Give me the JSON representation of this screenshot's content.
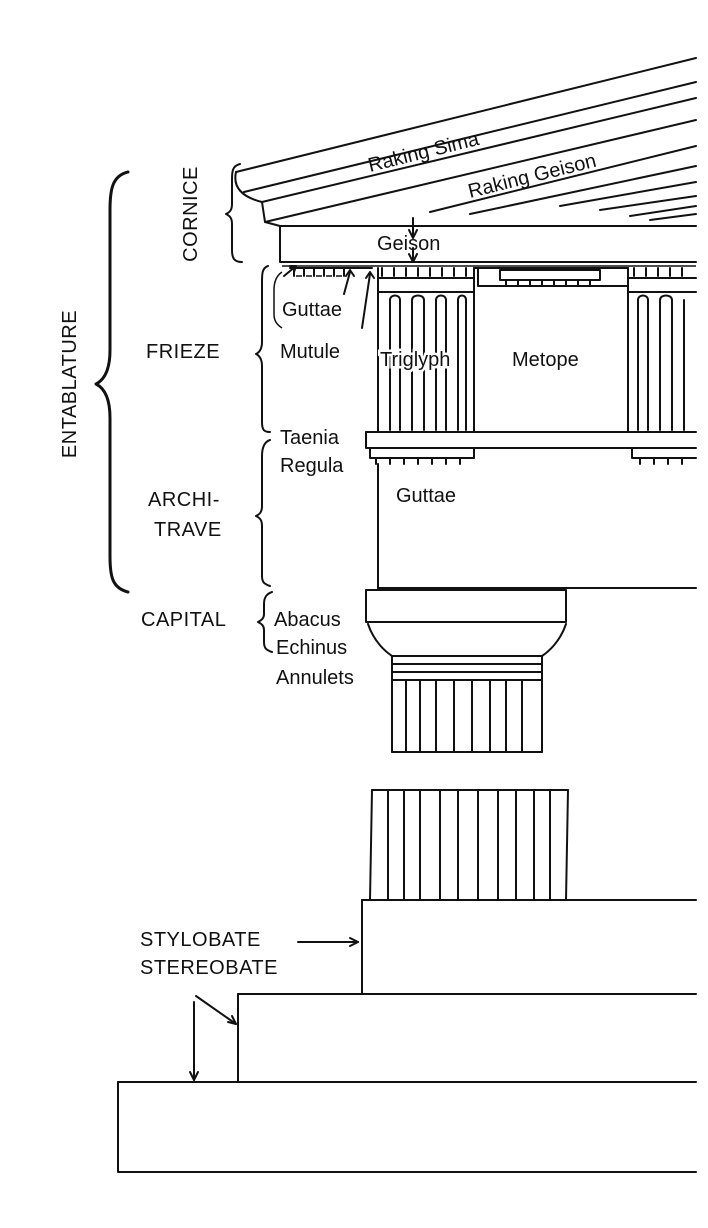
{
  "diagram": {
    "left_labels": {
      "entablature": "ENTABLATURE",
      "cornice": "CORNICE",
      "frieze": "FRIEZE",
      "architrave_line1": "ARCHI-",
      "architrave_line2": "TRAVE",
      "capital": "CAPITAL",
      "stylobate": "STYLOBATE",
      "stereobate": "STEREOBATE"
    },
    "part_labels": {
      "raking_sima": "Raking Sima",
      "raking_geison": "Raking Geison",
      "geison": "Geison",
      "guttae_upper": "Guttae",
      "mutule": "Mutule",
      "triglyph": "Triglyph",
      "metope": "Metope",
      "taenia": "Taenia",
      "regula": "Regula",
      "guttae_lower": "Guttae",
      "abacus": "Abacus",
      "echinus": "Echinus",
      "annulets": "Annulets"
    }
  }
}
